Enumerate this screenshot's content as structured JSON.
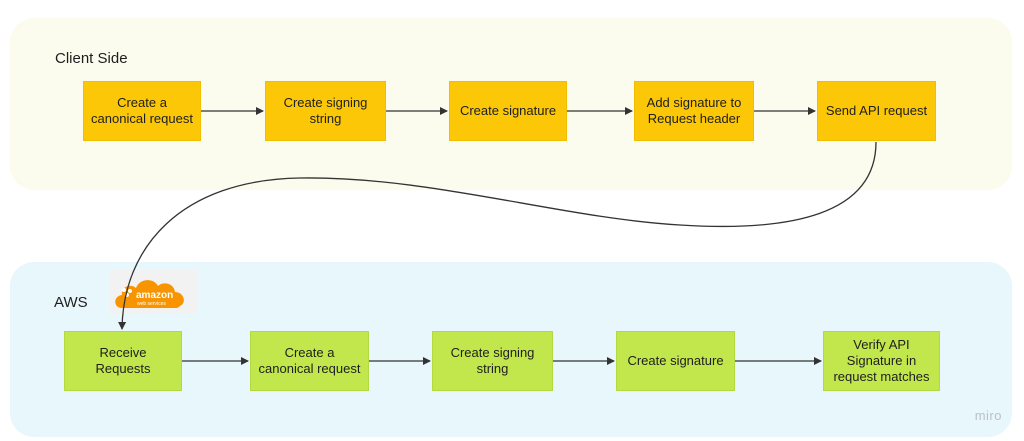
{
  "lanes": {
    "client": {
      "title": "Client Side",
      "steps": [
        "Create a\ncanonical request",
        "Create signing\nstring",
        "Create signature",
        "Add signature to\nRequest header",
        "Send API request"
      ]
    },
    "aws": {
      "title": "AWS",
      "steps": [
        "Receive\nRequests",
        "Create a\ncanonical request",
        "Create signing\nstring",
        "Create signature",
        "Verify API\nSignature in\nrequest matches"
      ]
    }
  },
  "logo": {
    "text": "amazon",
    "subtext": "web services",
    "color": "#f79400"
  },
  "colors": {
    "client_box": "#fcc707",
    "aws_box": "#c2e74c",
    "arrow": "#333333"
  },
  "watermark": "miro"
}
